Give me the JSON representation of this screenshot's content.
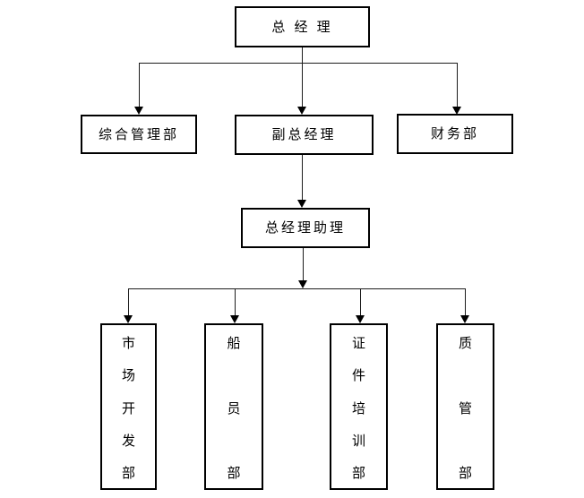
{
  "org_chart": {
    "top": {
      "label": "总 经 理"
    },
    "level2": [
      {
        "label": "综合管理部"
      },
      {
        "label": "副总经理"
      },
      {
        "label": "财务部"
      }
    ],
    "level3": {
      "label": "总经理助理"
    },
    "level4": [
      {
        "label": "市场开发部",
        "chars": [
          "市",
          "场",
          "开",
          "发",
          "部"
        ]
      },
      {
        "label": "船员部",
        "chars": [
          "船",
          "员",
          "部"
        ]
      },
      {
        "label": "证件培训部",
        "chars": [
          "证",
          "件",
          "培",
          "训",
          "部"
        ]
      },
      {
        "label": "质管部",
        "chars": [
          "质",
          "管",
          "部"
        ]
      }
    ],
    "colors": {
      "background": "#ffffff",
      "box_border": "#000000",
      "text": "#000000",
      "connector": "#1c1c1c"
    }
  }
}
